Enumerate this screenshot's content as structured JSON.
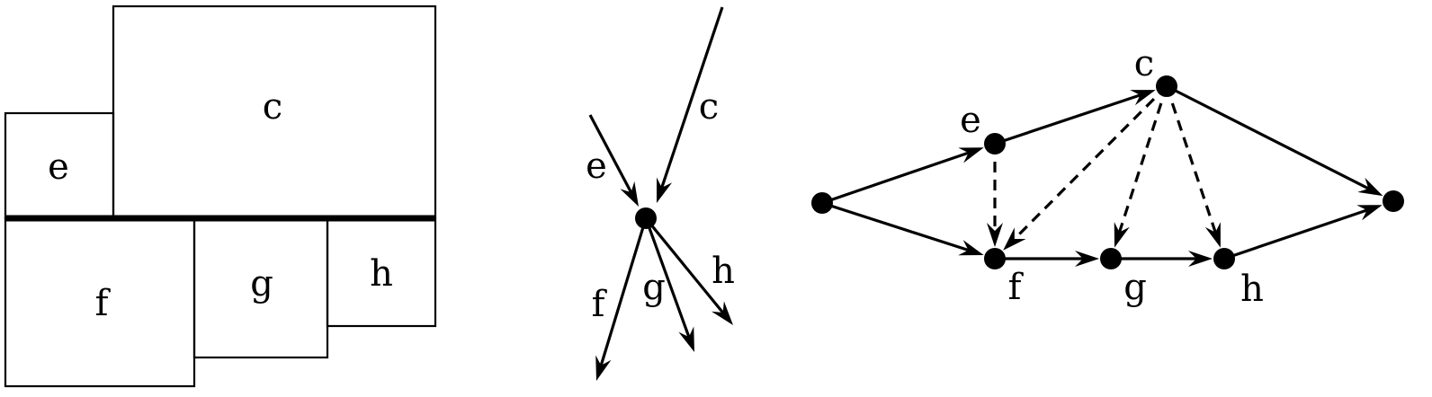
{
  "panels": {
    "rectangles": {
      "labels": {
        "c": "c",
        "e": "e",
        "f": "f",
        "g": "g",
        "h": "h"
      }
    },
    "star": {
      "labels": {
        "c": "c",
        "e": "e",
        "f": "f",
        "g": "g",
        "h": "h"
      }
    },
    "graph": {
      "labels": {
        "c": "c",
        "e": "e",
        "f": "f",
        "g": "g",
        "h": "h"
      },
      "edges": [
        {
          "from": "source",
          "to": "e",
          "style": "solid"
        },
        {
          "from": "source",
          "to": "f",
          "style": "solid"
        },
        {
          "from": "e",
          "to": "c",
          "style": "solid"
        },
        {
          "from": "c",
          "to": "sink",
          "style": "solid"
        },
        {
          "from": "f",
          "to": "g",
          "style": "solid"
        },
        {
          "from": "g",
          "to": "h",
          "style": "solid"
        },
        {
          "from": "h",
          "to": "sink",
          "style": "solid"
        },
        {
          "from": "e",
          "to": "f",
          "style": "dashed"
        },
        {
          "from": "c",
          "to": "f",
          "style": "dashed"
        },
        {
          "from": "c",
          "to": "g",
          "style": "dashed"
        },
        {
          "from": "c",
          "to": "h",
          "style": "dashed"
        }
      ]
    }
  }
}
